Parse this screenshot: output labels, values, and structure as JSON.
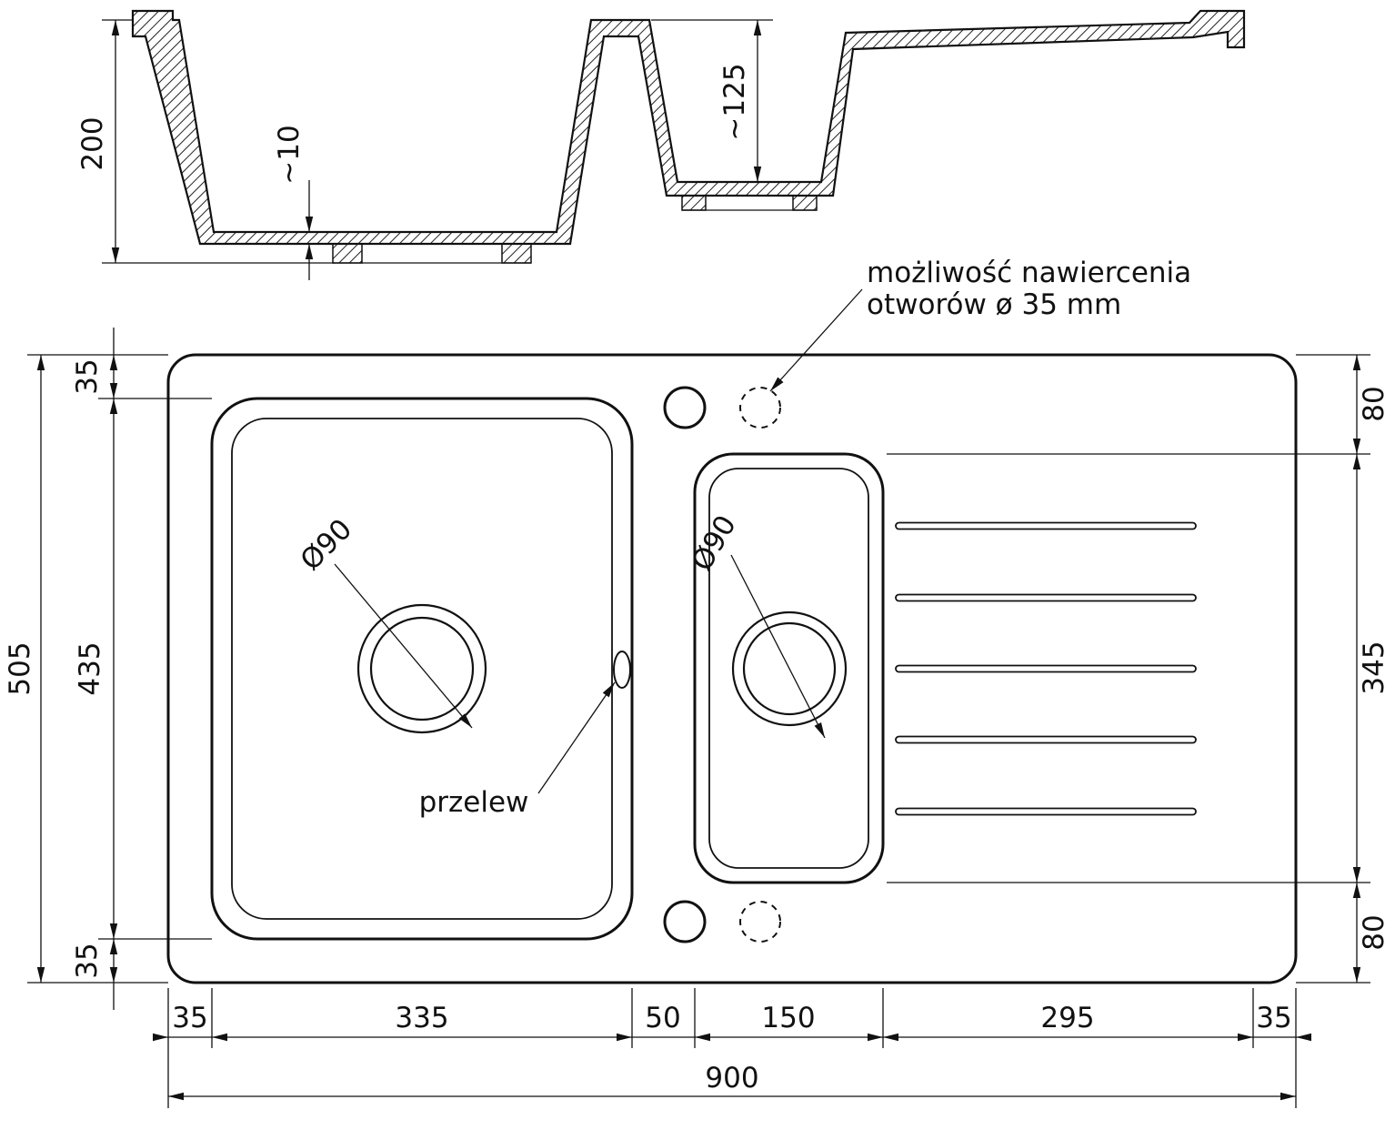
{
  "cross_section": {
    "total_depth": "200",
    "bottom_thickness": "~10",
    "small_bowl_depth": "~125"
  },
  "plan": {
    "overall_length": "900",
    "overall_width": "505",
    "top_offset": "35",
    "main_bowl_width": "435",
    "bottom_offset": "35",
    "right_offset_top": "80",
    "small_bowl_length": "345",
    "right_offset_bottom": "80",
    "bottom_dims": [
      "35",
      "335",
      "50",
      "150",
      "295",
      "35"
    ],
    "main_drain_dia": "Ø90",
    "small_drain_dia": "Ø90",
    "overflow_label": "przelew",
    "drill_note_line1": "możliwość nawiercenia",
    "drill_note_line2": "otworów ø 35 mm"
  }
}
